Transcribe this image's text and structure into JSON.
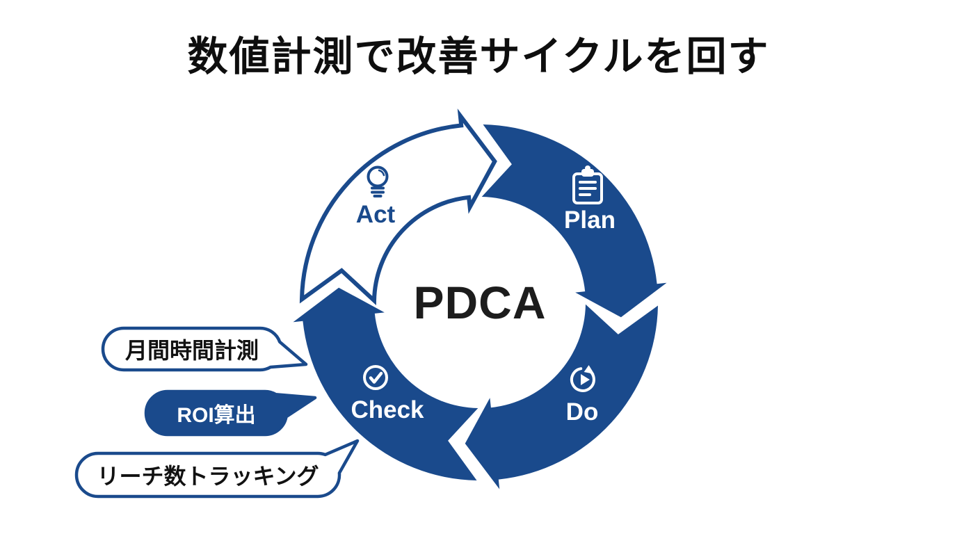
{
  "title": "数値計測で改善サイクルを回す",
  "colors": {
    "primary_blue": "#1a4a8c",
    "background": "#ffffff",
    "title_text": "#0e0e0e"
  },
  "diagram": {
    "type": "cycle",
    "center_label": "PDCA",
    "direction": "clockwise",
    "segments": [
      {
        "id": "plan",
        "label": "Plan",
        "icon": "clipboard-icon",
        "style": "filled",
        "position": "top-right"
      },
      {
        "id": "do",
        "label": "Do",
        "icon": "circular-play-icon",
        "style": "filled",
        "position": "bottom-right"
      },
      {
        "id": "check",
        "label": "Check",
        "icon": "check-circle-icon",
        "style": "filled",
        "position": "bottom-left"
      },
      {
        "id": "act",
        "label": "Act",
        "icon": "lightbulb-icon",
        "style": "outlined",
        "position": "top-left"
      }
    ]
  },
  "callouts": [
    {
      "text": "月間時間計測",
      "style": "outlined",
      "points_to": "check"
    },
    {
      "text": "ROI算出",
      "style": "filled",
      "points_to": "check"
    },
    {
      "text": "リーチ数トラッキング",
      "style": "outlined",
      "points_to": "check"
    }
  ]
}
